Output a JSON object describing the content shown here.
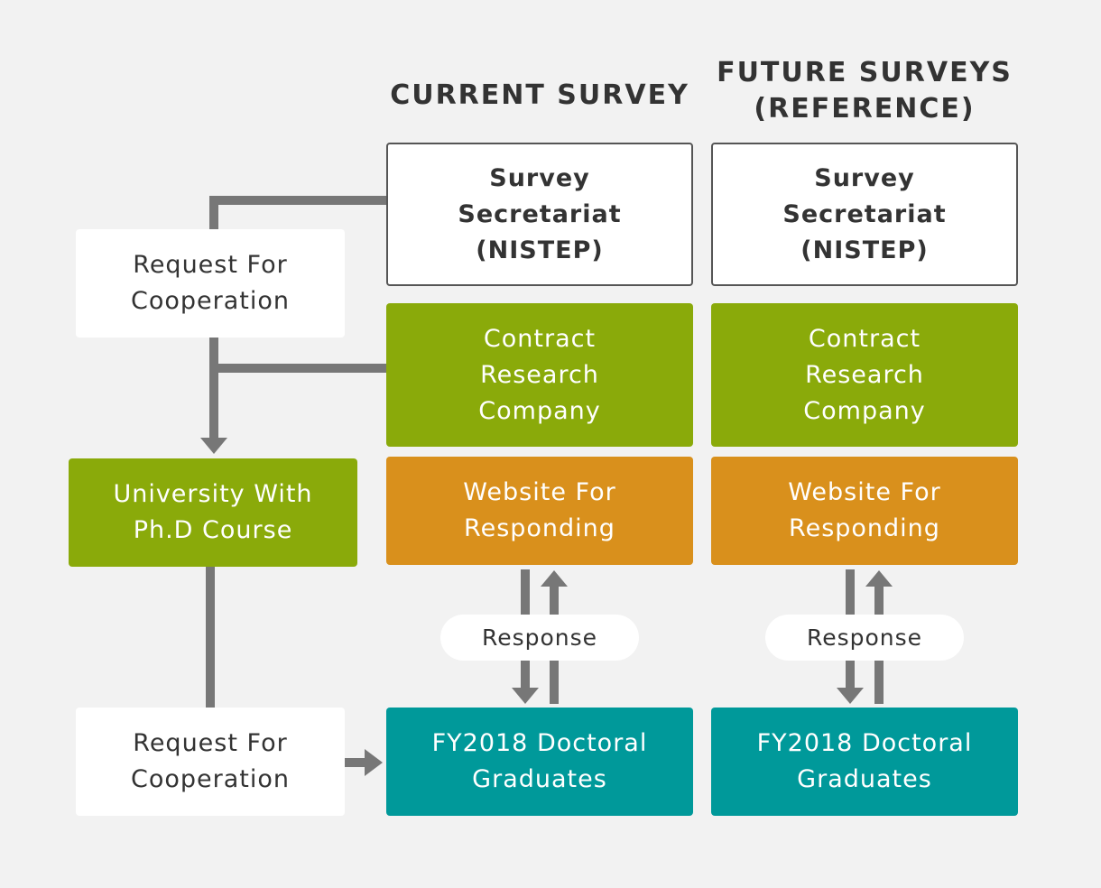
{
  "headers": {
    "current": "CURRENT SURVEY",
    "future": "FUTURE SURVEYS\n(REFERENCE)"
  },
  "current": {
    "secretariat": "Survey\nSecretariat\n(NISTEP)",
    "contract": "Contract\nResearch\nCompany",
    "website": "Website For\nResponding",
    "response": "Response",
    "graduates": "FY2018 Doctoral\nGraduates"
  },
  "future": {
    "secretariat": "Survey\nSecretariat\n(NISTEP)",
    "contract": "Contract\nResearch\nCompany",
    "website": "Website For\nResponding",
    "response": "Response",
    "graduates": "FY2018 Doctoral\nGraduates"
  },
  "left": {
    "request_top": "Request For\nCooperation",
    "university": "University With\nPh.D Course",
    "request_bottom": "Request For\nCooperation"
  },
  "colors": {
    "green": "#8aaa0a",
    "orange": "#d9901c",
    "teal": "#00999a",
    "connector": "#777777",
    "background": "#f2f2f2"
  }
}
